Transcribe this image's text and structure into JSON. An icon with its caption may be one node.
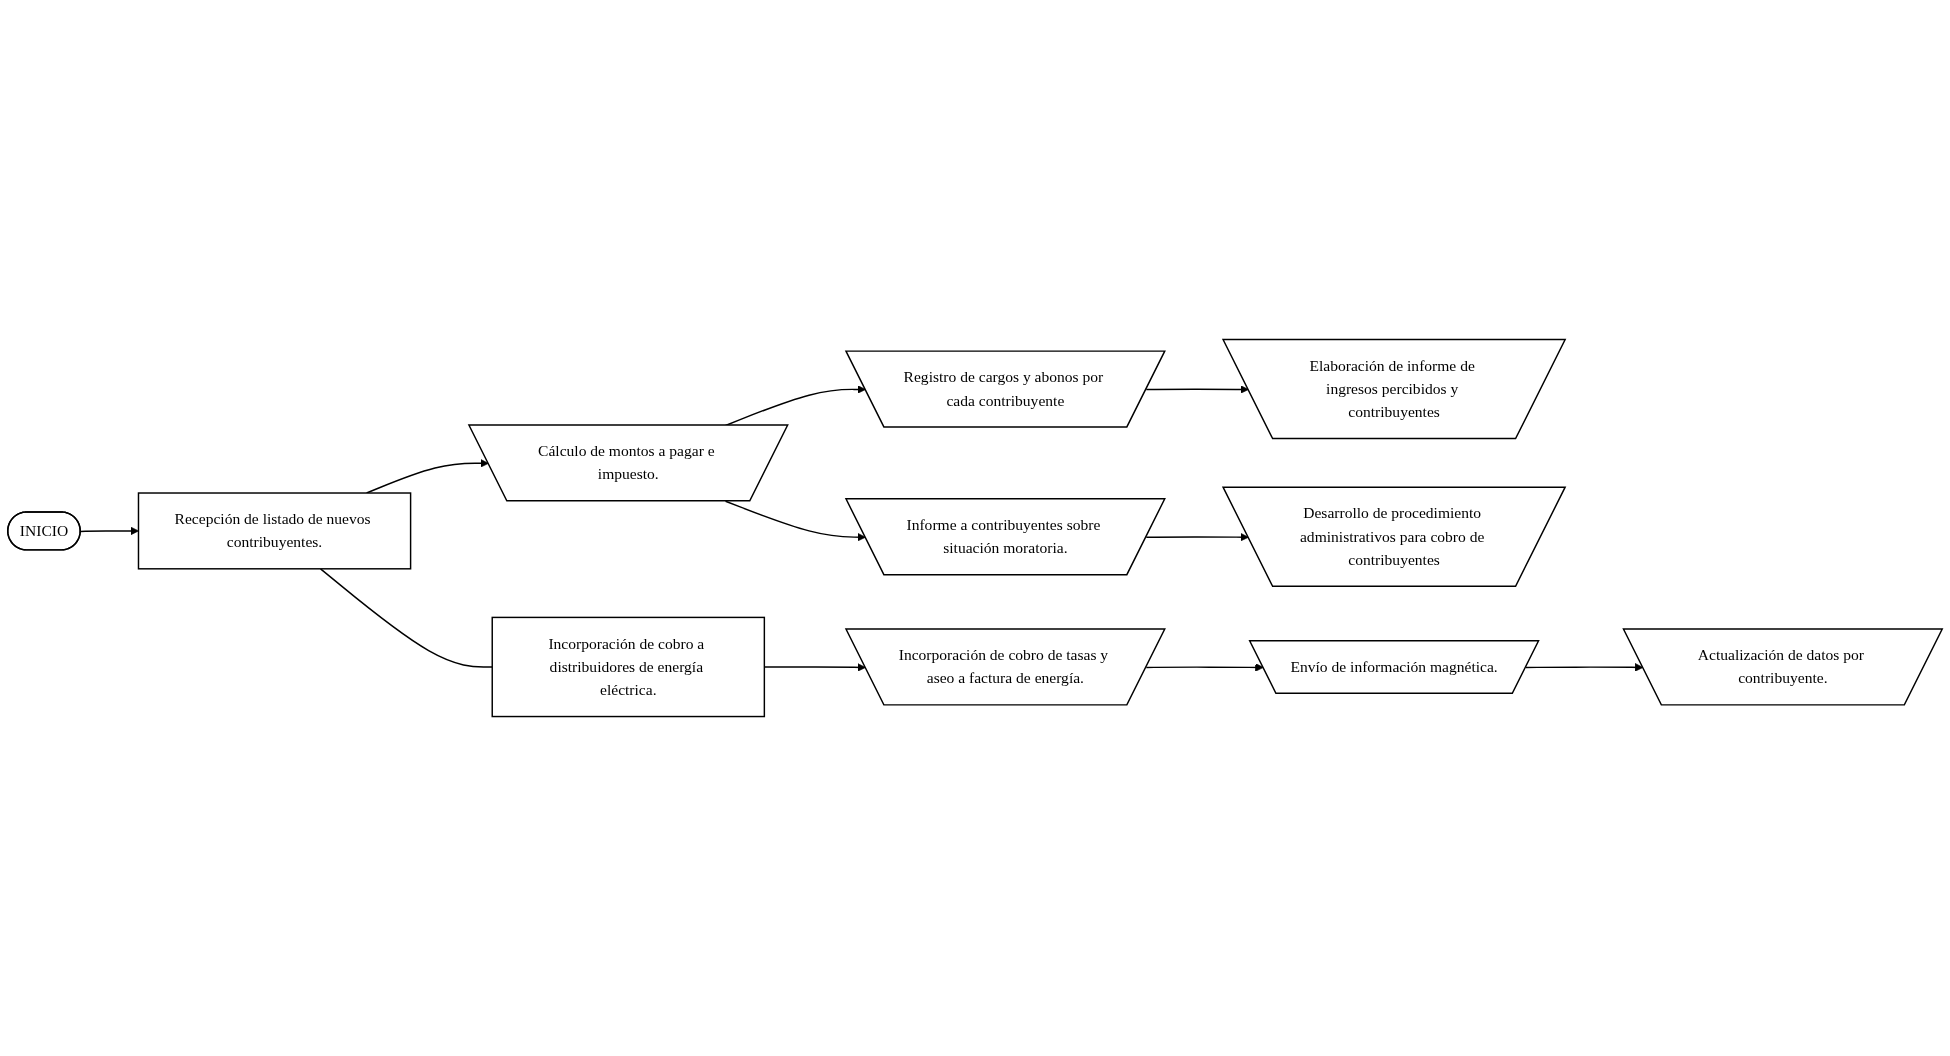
{
  "diagram": {
    "nodes": [
      {
        "text": [
          "INICIO"
        ]
      },
      {
        "text": [
          "Recepción de listado de nuevos contribuyentes."
        ]
      },
      {
        "text": [
          "Cálculo de montos a pagar e impuesto."
        ]
      },
      {
        "text": [
          "Registro de cargos y abonos por cada contribuyente"
        ]
      },
      {
        "text": [
          "Elaboración de informe de ingresos percibidos y contribuyentes"
        ]
      },
      {
        "text": [
          "Informe a contribuyentes sobre situación moratoria."
        ]
      },
      {
        "text": [
          "Desarrollo de procedimiento administrativos para cobro de contribuyentes"
        ]
      },
      {
        "text": [
          "Incorporación de cobro a distribuidores de energía eléctrica."
        ]
      },
      {
        "text": [
          "Incorporación de cobro de tasas y aseo a factura de energía."
        ]
      },
      {
        "text": [
          "Envío de información magnética."
        ]
      },
      {
        "text": [
          "Actualización de datos por contribuyente."
        ]
      }
    ],
    "edges": [
      {
        "from": 0,
        "to": 1,
        "arrow": "to"
      },
      {
        "from": 1,
        "to": 2,
        "arrow": "to"
      },
      {
        "from": 2,
        "to": 3,
        "arrow": "to"
      },
      {
        "from": 3,
        "to": 4,
        "arrow": "to"
      },
      {
        "from": 2,
        "to": 5,
        "arrow": "to"
      },
      {
        "from": 5,
        "to": 6,
        "arrow": "to"
      },
      {
        "from": 1,
        "to": 7,
        "arrow": "none"
      },
      {
        "from": 7,
        "to": 8,
        "arrow": "to"
      },
      {
        "from": 8,
        "to": 9,
        "arrow": "to"
      },
      {
        "from": 9,
        "to": 10,
        "arrow": "to"
      }
    ]
  }
}
